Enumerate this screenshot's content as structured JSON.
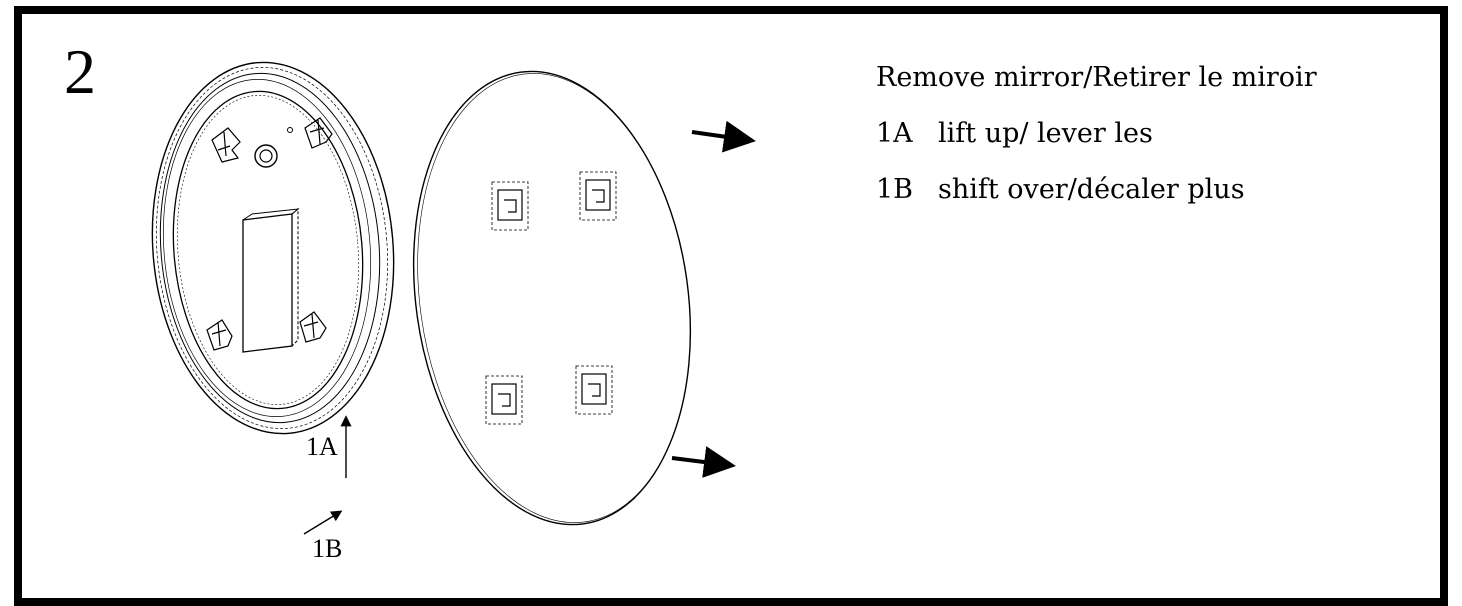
{
  "step": {
    "number": "2"
  },
  "instructions": {
    "title": "Remove mirror/Retirer le miroir",
    "steps": [
      {
        "code": "1A",
        "text": "lift up/ lever les"
      },
      {
        "code": "1B",
        "text": "shift over/décaler plus"
      }
    ]
  },
  "callouts": {
    "lift": "1A",
    "shift": "1B"
  },
  "colors": {
    "ink": "#000000",
    "paper": "#ffffff"
  }
}
